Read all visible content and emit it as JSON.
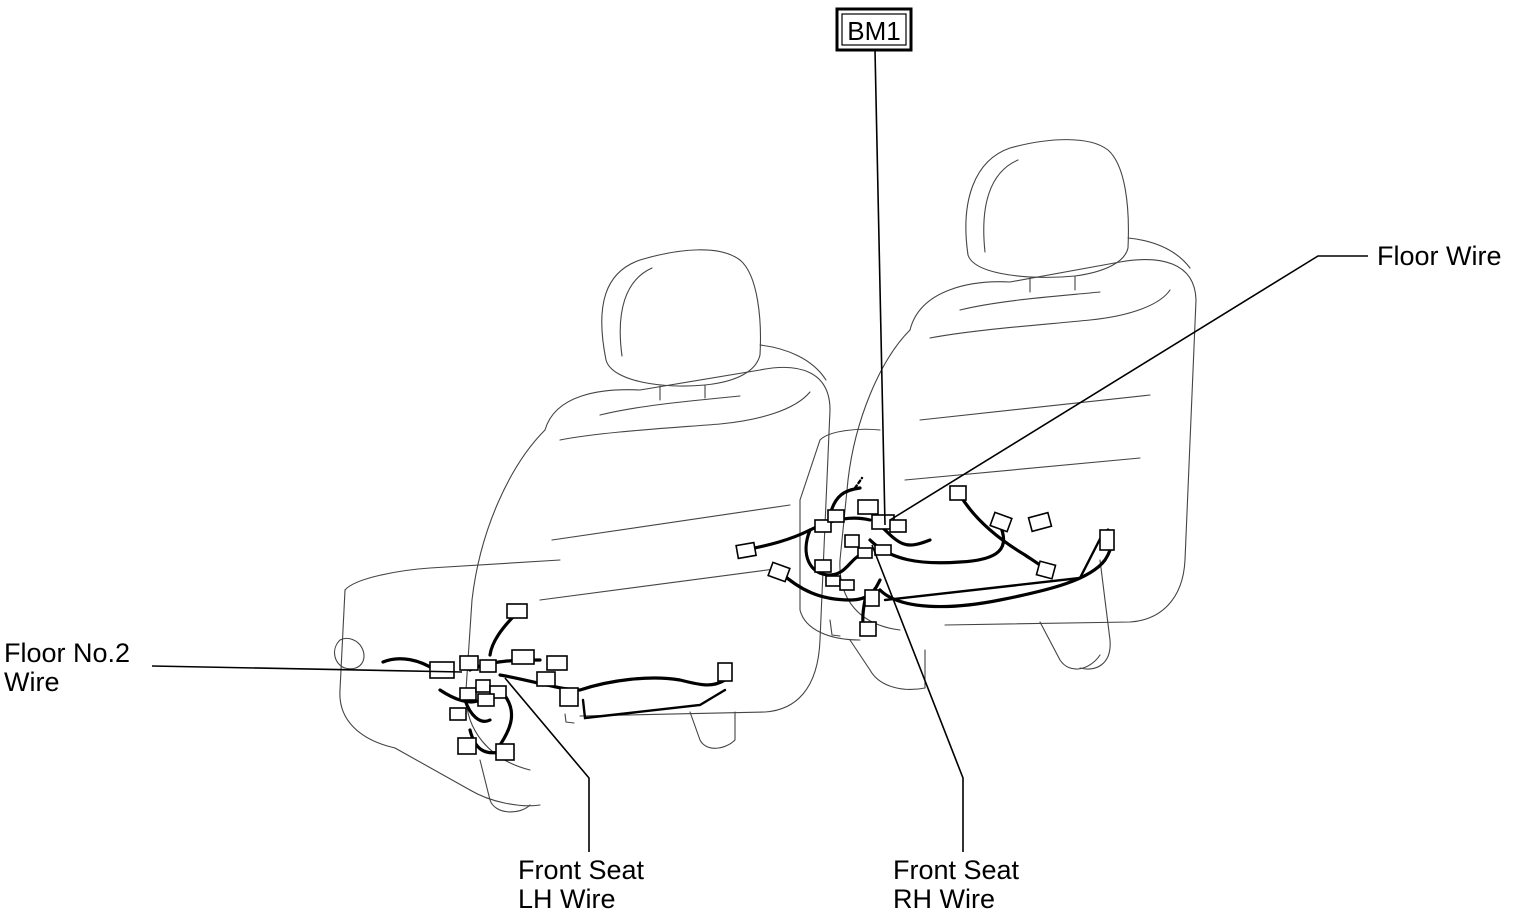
{
  "labels": {
    "bm1": "BM1",
    "floor_wire": "Floor Wire",
    "floor_no2_wire_line1": "Floor No.2",
    "floor_no2_wire_line2": "Wire",
    "front_seat_lh_line1": "Front Seat",
    "front_seat_lh_line2": "LH Wire",
    "front_seat_rh_line1": "Front Seat",
    "front_seat_rh_line2": "RH Wire"
  }
}
